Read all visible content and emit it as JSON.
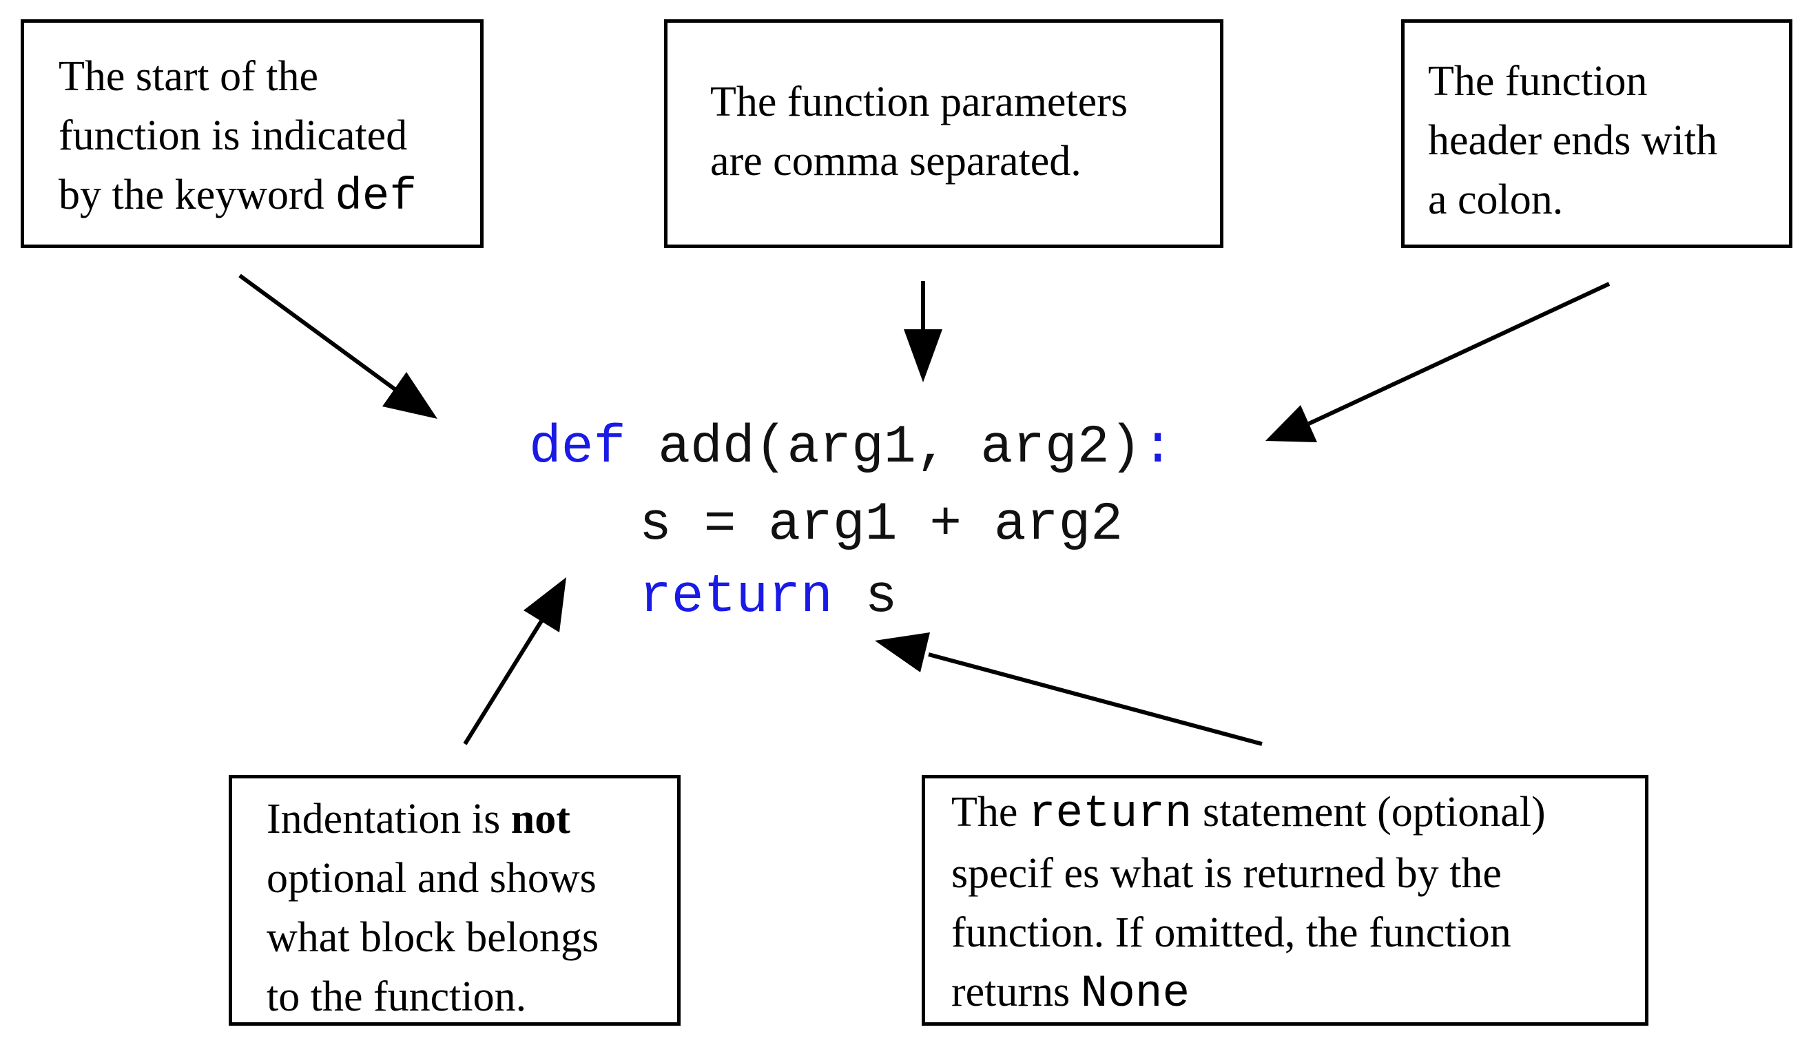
{
  "colors": {
    "keyword": "#1a1ae6",
    "code_text": "#111111",
    "box_border": "#000000",
    "arrow": "#000000"
  },
  "code": {
    "line1": {
      "keyword": "def",
      "body": " add(arg1, arg2)",
      "colon": ":"
    },
    "line2": {
      "text": "s = arg1 + arg2"
    },
    "line3": {
      "keyword": "return",
      "body": " s"
    }
  },
  "callouts": {
    "def_keyword": {
      "line1": "The start of the",
      "line2": "function is indicated",
      "line3_text": "by the keyword ",
      "line3_code": "def"
    },
    "parameters": {
      "line1": "The function parameters",
      "line2": "are comma separated."
    },
    "colon": {
      "line1": "The function",
      "line2": "header ends with",
      "line3": "a colon."
    },
    "indentation": {
      "line1_text": "Indentation is ",
      "line1_bold": "not",
      "line2": "optional and shows",
      "line3": "what block belongs",
      "line4": "to the function."
    },
    "return_statement": {
      "line1_pre": "The ",
      "line1_code": "return",
      "line1_post": " statement (optional)",
      "line2": "specif es what is returned by the",
      "line3": "function. If omitted, the function",
      "line4_text": "returns ",
      "line4_code": "None"
    }
  }
}
